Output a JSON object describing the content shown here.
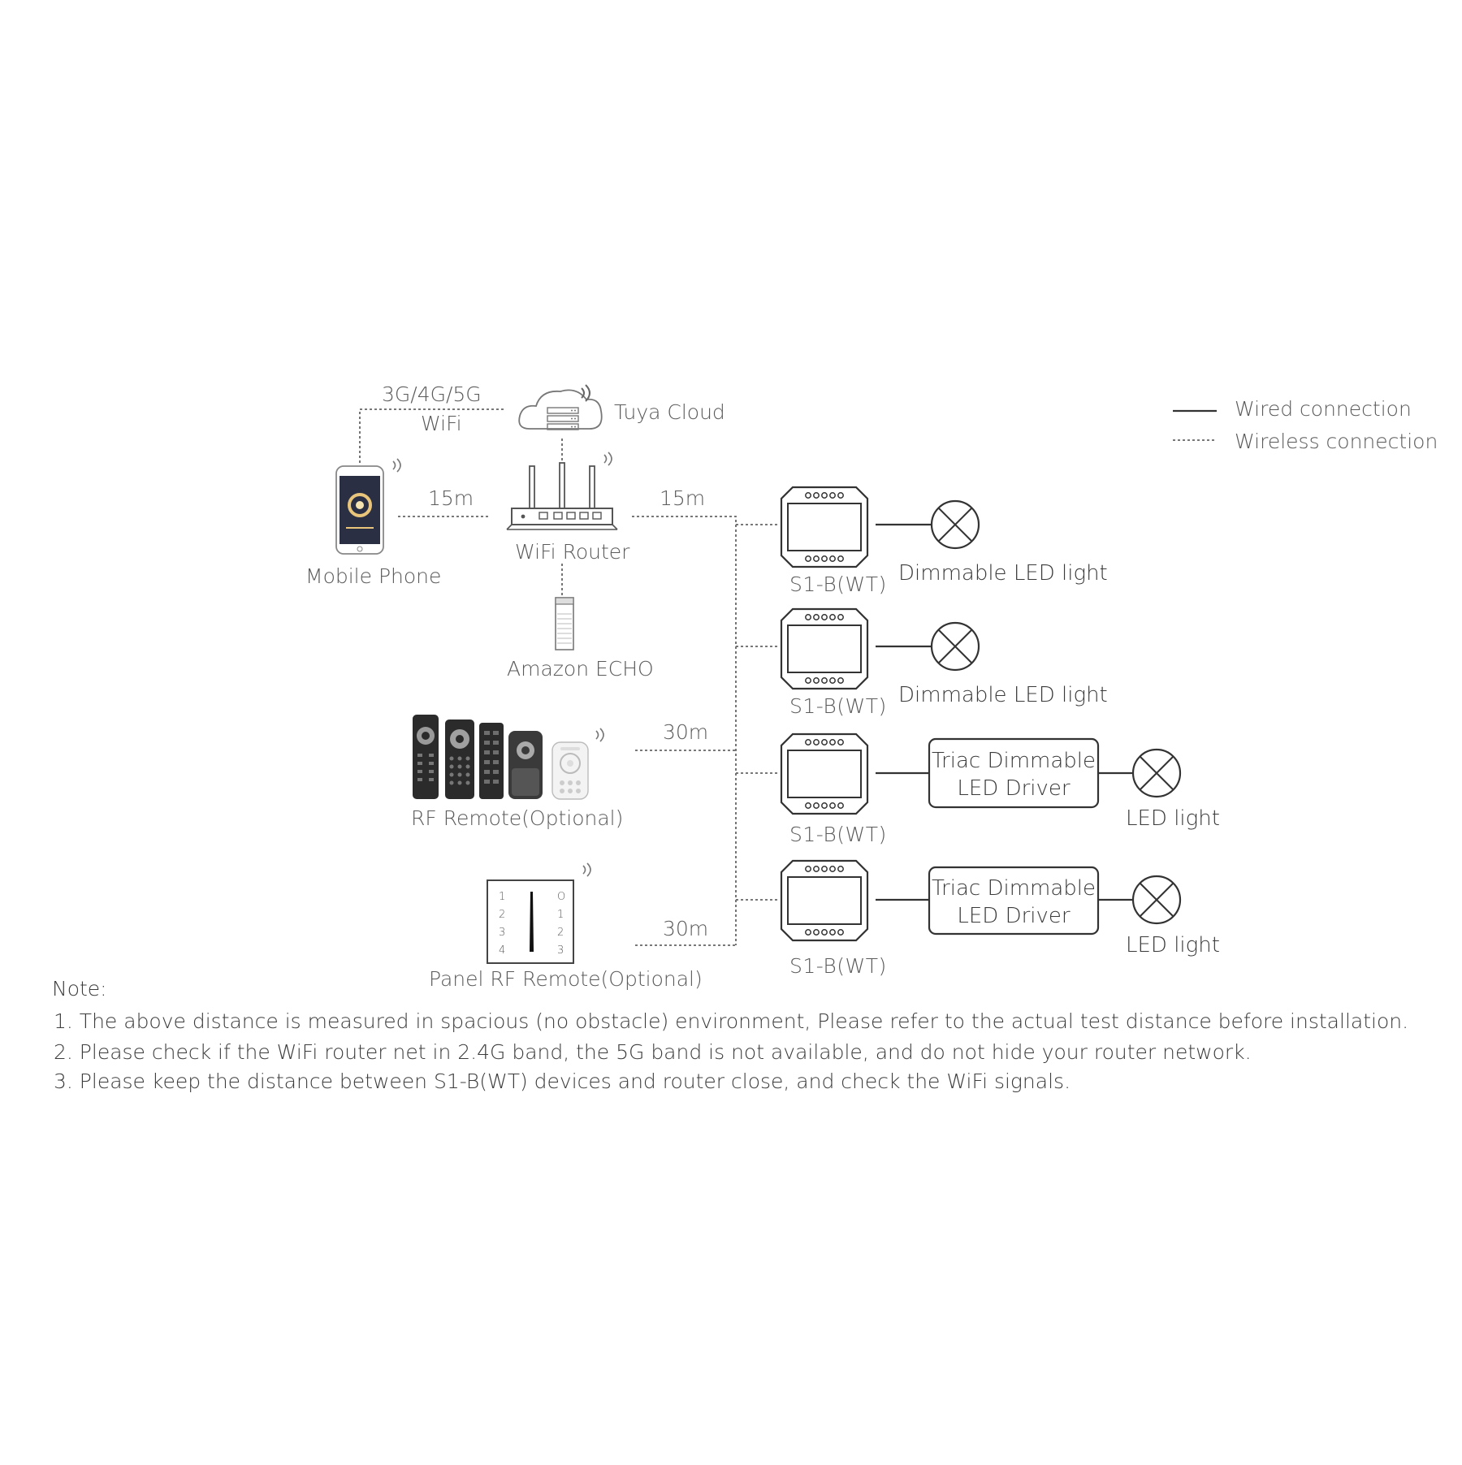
{
  "legend": {
    "wired": "Wired connection",
    "wireless": "Wireless connection"
  },
  "network": {
    "cellular_label": "3G/4G/5G",
    "wifi_label": "WiFi",
    "cloud_label": "Tuya Cloud",
    "phone_label": "Mobile Phone",
    "router_label": "WiFi Router",
    "echo_label": "Amazon ECHO",
    "phone_router_distance": "15m",
    "router_bus_distance": "15m"
  },
  "remotes": {
    "rf_label": "RF Remote(Optional)",
    "rf_distance": "30m",
    "panel_label": "Panel RF Remote(Optional)",
    "panel_distance": "30m",
    "panel_left_keys": [
      "1",
      "2",
      "3",
      "4"
    ],
    "panel_right_keys": [
      "O",
      "1",
      "2",
      "3"
    ]
  },
  "devices": [
    {
      "label": "S1-B(WT)",
      "load": "Dimmable LED light"
    },
    {
      "label": "S1-B(WT)",
      "load": "Dimmable LED light"
    },
    {
      "label": "S1-B(WT)",
      "driver": [
        "Triac Dimmable",
        "LED Driver"
      ],
      "load": "LED light"
    },
    {
      "label": "S1-B(WT)",
      "driver": [
        "Triac Dimmable",
        "LED Driver"
      ],
      "load": "LED light"
    }
  ],
  "notes": {
    "title": "Note:",
    "items": [
      "1. The above distance is measured in spacious (no obstacle) environment,  Please refer to the actual test distance before installation.",
      "2. Please check if the WiFi router net in 2.4G band, the 5G band is not available, and do not hide your router network.",
      "3. Please keep the distance between S1-B(WT) devices and router close, and check the WiFi signals."
    ]
  }
}
